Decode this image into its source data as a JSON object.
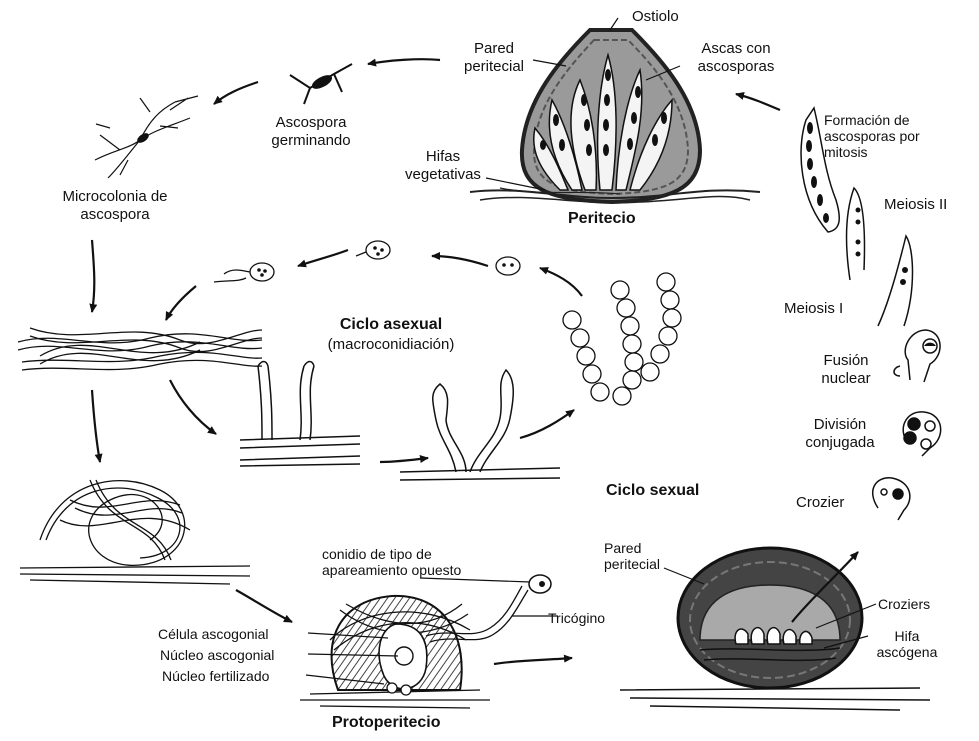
{
  "structures": {
    "peritecio": "Peritecio",
    "protoperitecio": "Protoperitecio"
  },
  "cycles": {
    "asexual_title": "Ciclo asexual",
    "asexual_subtitle": "(macroconidiación)",
    "sexual_title": "Ciclo sexual"
  },
  "labels": {
    "ostiolo": "Ostiolo",
    "pared_peritecial_1": "Pared",
    "pared_peritecial_2": "peritecial",
    "ascas_1": "Ascas con",
    "ascas_2": "ascosporas",
    "hifas_1": "Hifas",
    "hifas_2": "vegetativas",
    "ascospora_1": "Ascospora",
    "ascospora_2": "germinando",
    "micro_1": "Microcolonia de",
    "micro_2": "ascospora",
    "formacion_1": "Formación de",
    "formacion_2": "ascosporas por",
    "formacion_3": "mitosis",
    "meiosis_ii": "Meiosis II",
    "meiosis_i": "Meiosis I",
    "fusion_1": "Fusión",
    "fusion_2": "nuclear",
    "division_1": "División",
    "division_2": "conjugada",
    "crozier": "Crozier",
    "conidio_1": "conidio de tipo de",
    "conidio_2": "apareamiento opuesto",
    "tricogino": "Tricógino",
    "celula_ascogonial": "Célula ascogonial",
    "nucleo_ascogonial": "Núcleo ascogonial",
    "nucleo_fertilizado": "Núcleo fertilizado",
    "pared2_1": "Pared",
    "pared2_2": "peritecial",
    "croziers": "Croziers",
    "hifa_asc_1": "Hifa",
    "hifa_asc_2": "ascógena"
  }
}
